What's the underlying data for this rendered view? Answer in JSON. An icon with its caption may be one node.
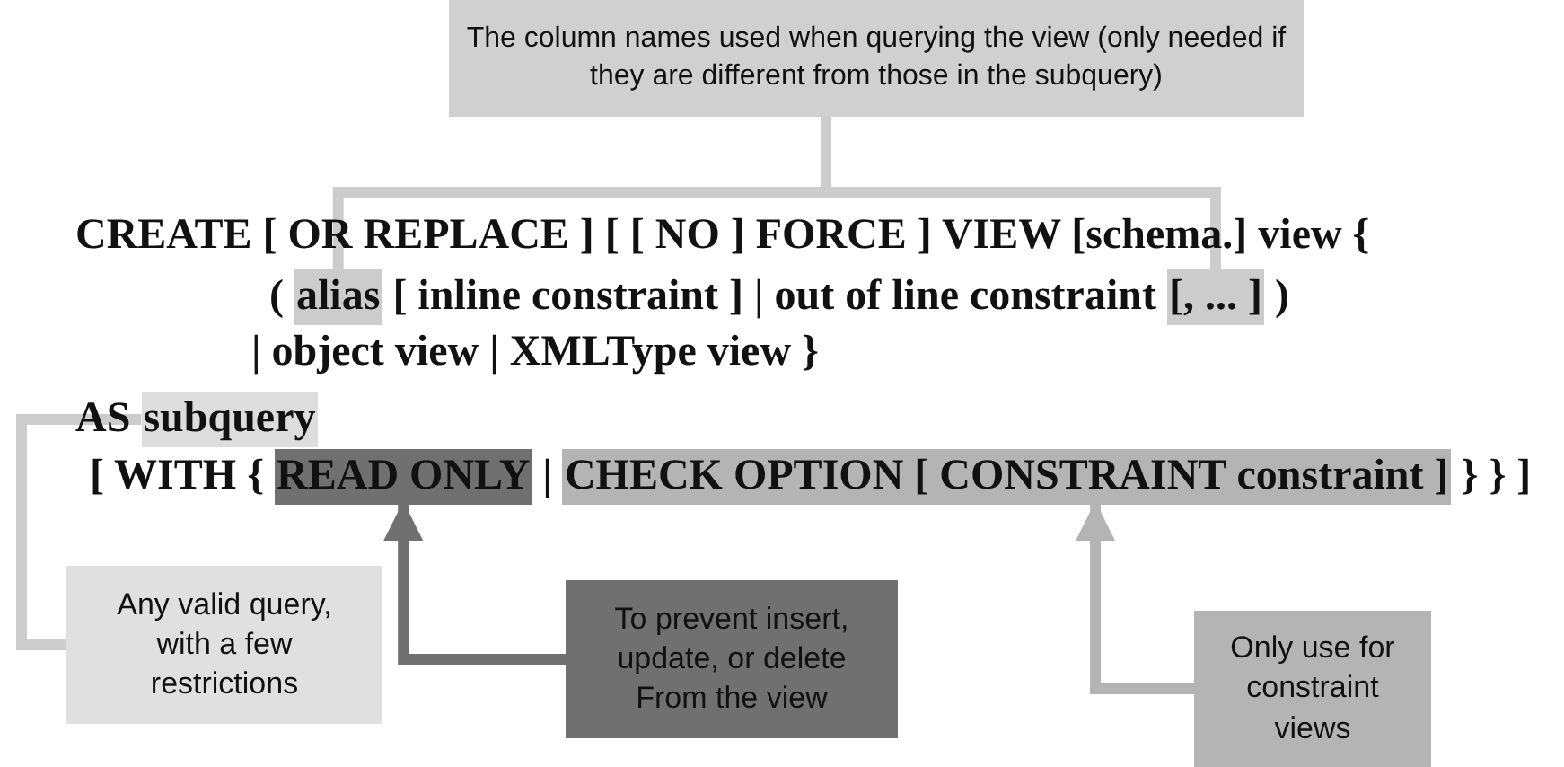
{
  "diagram": {
    "nodes": [
      {
        "text": [
          "The column names used when querying the view (only needed if they are different from those in the subquery)"
        ]
      },
      {
        "text": [
          "alias"
        ]
      },
      {
        "text": [
          "[, ... ]"
        ]
      },
      {
        "text": [
          "Any valid query, with a few restrictions"
        ]
      },
      {
        "text": [
          "subquery"
        ]
      },
      {
        "text": [
          "To prevent insert, update, or delete From the view"
        ]
      },
      {
        "text": [
          "READ ONLY"
        ]
      },
      {
        "text": [
          "Only use for constraint views"
        ]
      },
      {
        "text": [
          "CHECK OPTION [ CONSTRAINT constraint ]"
        ]
      }
    ],
    "edges": [
      {
        "from": 0,
        "to": 1,
        "arrow": "none"
      },
      {
        "from": 0,
        "to": 2,
        "arrow": "none"
      },
      {
        "from": 3,
        "to": 4,
        "arrow": "none"
      },
      {
        "from": 5,
        "to": 6,
        "arrow": "to",
        "color": "#707070"
      },
      {
        "from": 7,
        "to": 8,
        "arrow": "to",
        "color": "#b4b4b4"
      }
    ],
    "labels": [
      "CREATE [ OR REPLACE ] [ [ NO ] FORCE ] VIEW [schema.] view {",
      "(",
      "[ inline constraint ] | out of line constraint",
      ")",
      "| object view | XMLType view }",
      "AS",
      "[ WITH {",
      "|",
      "} } ]"
    ]
  }
}
